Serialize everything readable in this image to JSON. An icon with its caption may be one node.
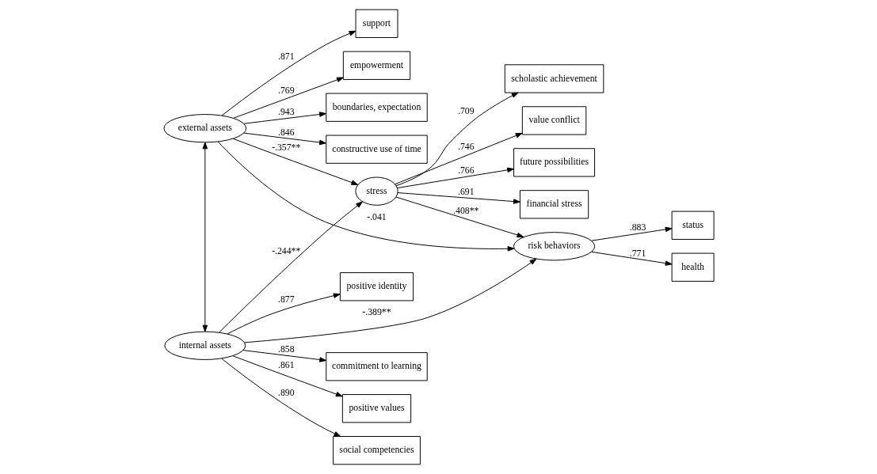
{
  "diagram": {
    "nodes": [
      {
        "text": [
          "support"
        ]
      },
      {
        "text": [
          "empowerment"
        ]
      },
      {
        "text": [
          "boundaries, expectation"
        ]
      },
      {
        "text": [
          "constructive use of time"
        ]
      },
      {
        "text": [
          "future possibilities"
        ]
      },
      {
        "text": [
          "financial stress"
        ]
      },
      {
        "text": [
          "scholastic achievement"
        ]
      },
      {
        "text": [
          "value conflict"
        ]
      },
      {
        "text": [
          "stress"
        ]
      },
      {
        "text": [
          "external assets"
        ]
      },
      {
        "text": [
          "internal assets"
        ]
      },
      {
        "text": [
          "risk behaviors"
        ]
      },
      {
        "text": [
          "status"
        ]
      },
      {
        "text": [
          "health"
        ]
      },
      {
        "text": [
          "commitment to learning"
        ]
      },
      {
        "text": [
          "positive values"
        ]
      },
      {
        "text": [
          "social competencies"
        ]
      },
      {
        "text": [
          "positive identity"
        ]
      }
    ],
    "edges": [
      {
        "from": 9,
        "to": 0,
        "arrow": "to",
        "label": ".871"
      },
      {
        "from": 9,
        "to": 1,
        "arrow": "to",
        "label": ".769"
      },
      {
        "from": 9,
        "to": 2,
        "arrow": "to",
        "label": ".943"
      },
      {
        "from": 9,
        "to": 3,
        "arrow": "to",
        "label": ".846"
      },
      {
        "from": 8,
        "to": 4,
        "arrow": "to",
        "label": ".766"
      },
      {
        "from": 8,
        "to": 5,
        "arrow": "to",
        "label": ".691"
      },
      {
        "from": 8,
        "to": 6,
        "arrow": "to",
        "label": ".709"
      },
      {
        "from": 8,
        "to": 7,
        "arrow": "to",
        "label": ".746"
      },
      {
        "from": 9,
        "to": 10,
        "arrow": "both"
      },
      {
        "from": 9,
        "to": 8,
        "arrow": "to",
        "label": "-.357**"
      },
      {
        "from": 10,
        "to": 8,
        "arrow": "to",
        "label": "-.244**"
      },
      {
        "from": 9,
        "to": 11,
        "arrow": "to",
        "label": "-.041"
      },
      {
        "from": 10,
        "to": 11,
        "arrow": "to",
        "label": "-.389**"
      },
      {
        "from": 8,
        "to": 11,
        "arrow": "to",
        "label": ".408**"
      },
      {
        "from": 11,
        "to": 12,
        "arrow": "to",
        "label": ".883"
      },
      {
        "from": 11,
        "to": 13,
        "arrow": "to",
        "label": ".771"
      },
      {
        "from": 10,
        "to": 14,
        "arrow": "to",
        "label": ".858"
      },
      {
        "from": 10,
        "to": 15,
        "arrow": "to",
        "label": ".861"
      },
      {
        "from": 10,
        "to": 16,
        "arrow": "to",
        "label": ".890"
      },
      {
        "from": 10,
        "to": 17,
        "arrow": "to",
        "label": ".877"
      }
    ]
  }
}
